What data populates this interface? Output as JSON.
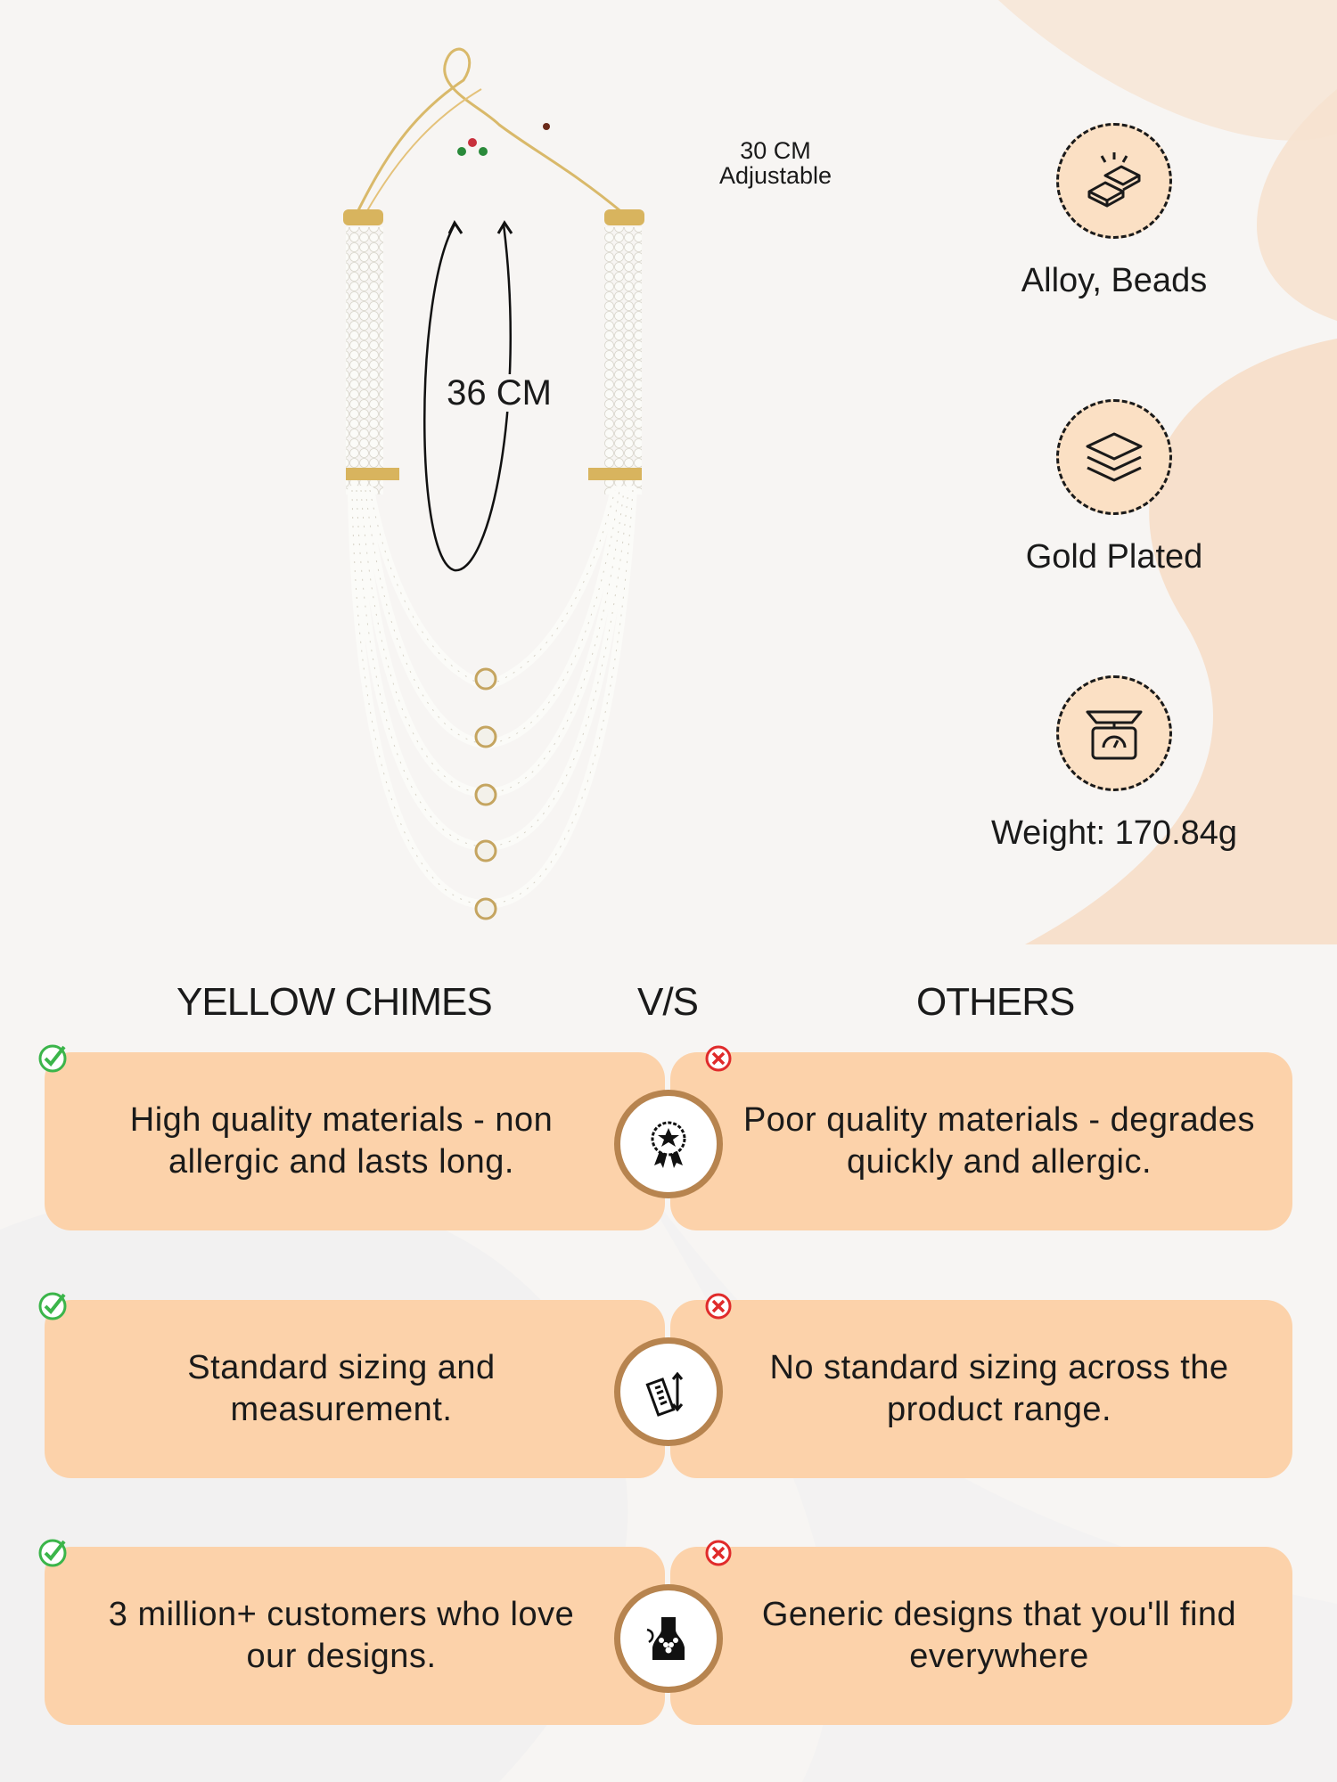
{
  "measurements": {
    "strap_length": "30 CM",
    "strap_note": "Adjustable",
    "drop_length": "36 CM"
  },
  "features": [
    {
      "label": "Alloy, Beads",
      "icon": "gold-bars-icon"
    },
    {
      "label": "Gold Plated",
      "icon": "layers-icon"
    },
    {
      "label": "Weight: 170.84g",
      "icon": "scale-icon"
    }
  ],
  "comparison": {
    "left_heading": "YELLOW CHIMES",
    "vs": "V/S",
    "right_heading": "OTHERS",
    "rows": [
      {
        "ours": "High quality materials - non allergic and lasts long.",
        "others": "Poor quality materials - degrades quickly and allergic.",
        "icon": "quality-badge-icon"
      },
      {
        "ours": "Standard sizing and measurement.",
        "others": "No standard sizing across the product range.",
        "icon": "ruler-icon"
      },
      {
        "ours": "3 million+ customers who love our designs.",
        "others": "Generic designs that you'll find everywhere",
        "icon": "jewelry-bust-icon"
      }
    ]
  },
  "colors": {
    "card": "#fcd2aa",
    "icon_ring": "#b7844f",
    "check": "#3bb54a",
    "cross": "#e02b2b"
  }
}
